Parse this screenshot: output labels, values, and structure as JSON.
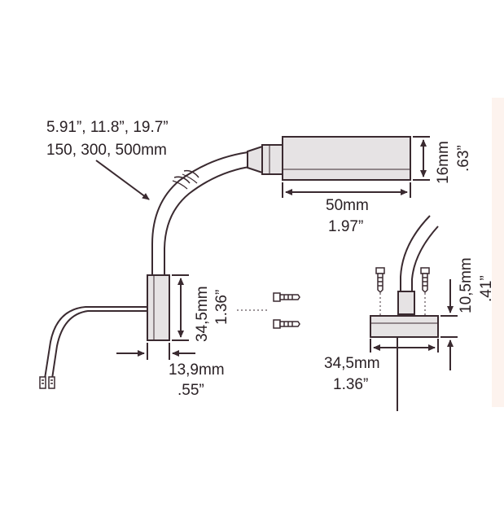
{
  "colors": {
    "line": "#3a2a30",
    "fill": "#e6e3e4",
    "edge_right": "#fbeee6"
  },
  "arm": {
    "lengths_inch": "5.91”, 11.8”, 19.7”",
    "lengths_mm": "150, 300, 500mm"
  },
  "head": {
    "length_mm": "50mm",
    "length_inch": "1.97”",
    "height_mm": "16mm",
    "height_inch": ".63”"
  },
  "base": {
    "height_mm": "34,5mm",
    "height_inch": "1.36”",
    "width_mm": "13,9mm",
    "width_inch": ".55”"
  },
  "mount": {
    "height_mm": "10,5mm",
    "height_inch": ".41”",
    "width_mm": "34,5mm",
    "width_inch": "1.36”"
  },
  "icons": [
    "screw-icon",
    "arrow-icon",
    "cable-icon"
  ]
}
